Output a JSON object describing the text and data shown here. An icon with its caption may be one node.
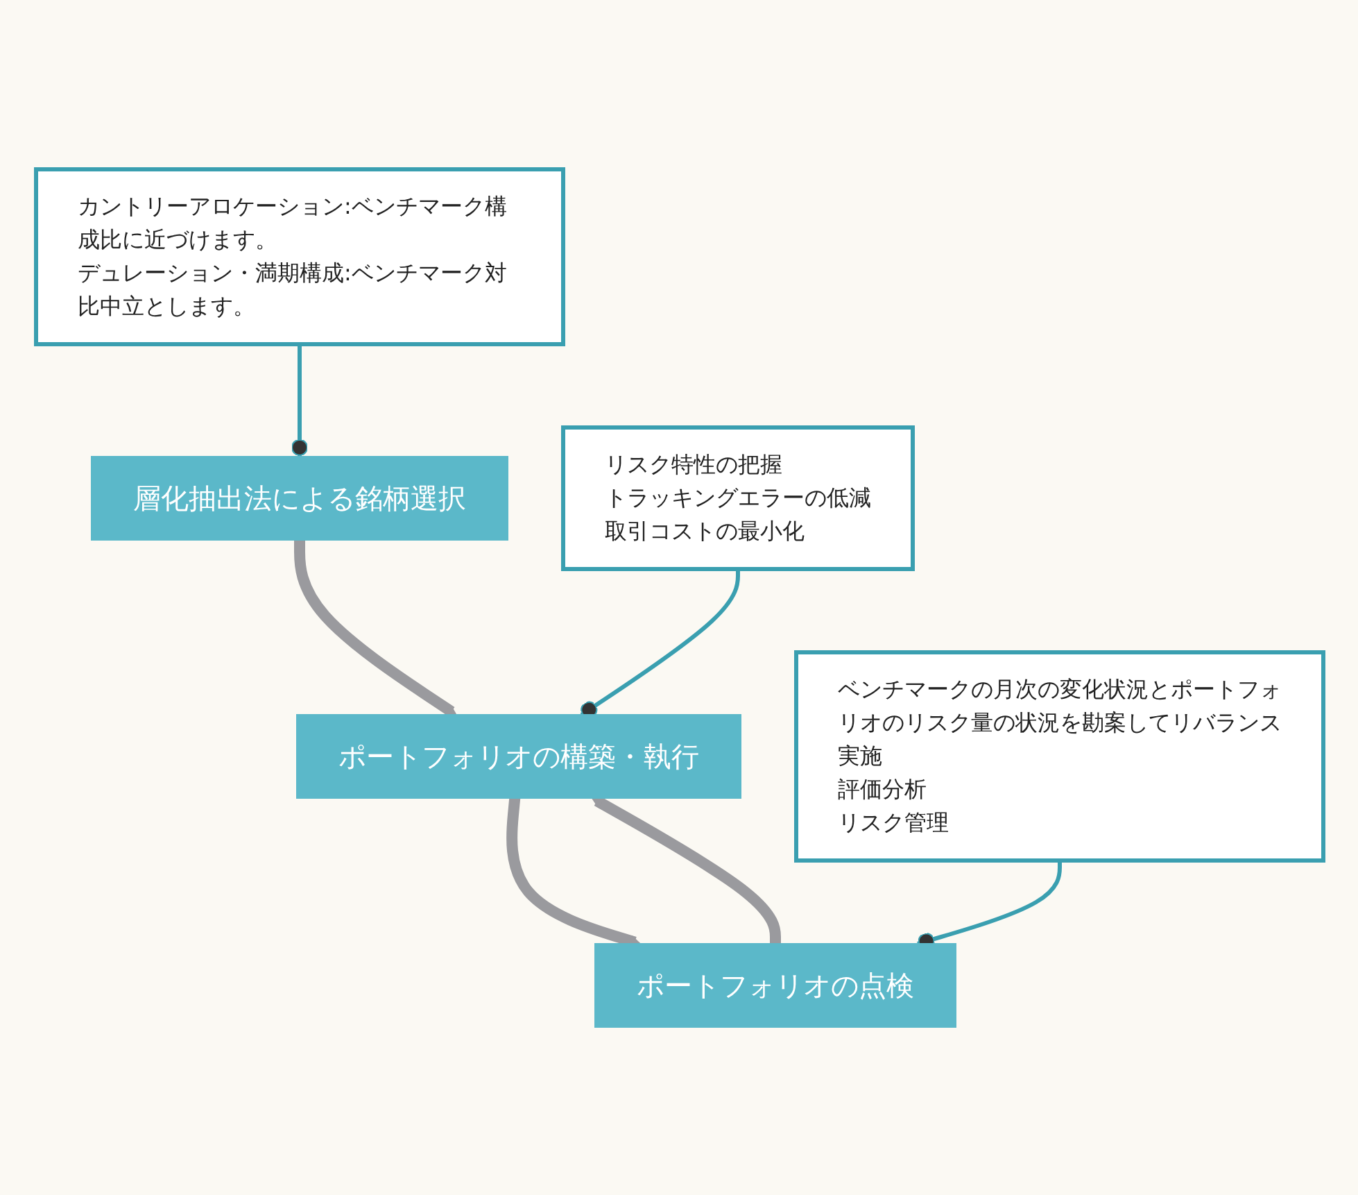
{
  "diagram": {
    "nodes": [
      {
        "text": [
          "層化抽出法による銘柄選択"
        ]
      },
      {
        "text": [
          "カントリーアロケーション:ベンチマーク構成比に近づけます。",
          "デュレーション・満期構成:ベンチマーク対比中立とします。"
        ]
      },
      {
        "text": [
          "ポートフォリオの構築・執行"
        ]
      },
      {
        "text": [
          "リスク特性の把握",
          "トラッキングエラーの低減",
          "取引コストの最小化"
        ]
      },
      {
        "text": [
          "ポートフォリオの点検"
        ]
      },
      {
        "text": [
          "ベンチマークの月次の変化状況とポートフォリオのリスク量の状況を勘案してリバランス実施",
          "評価分析",
          "リスク管理"
        ]
      }
    ],
    "edges": [
      {
        "from": 0,
        "to": 2,
        "arrow": "to",
        "style": "thick",
        "color": "#9a9a9e"
      },
      {
        "from": 2,
        "to": 4,
        "arrow": "to",
        "style": "thick",
        "color": "#9a9a9e"
      },
      {
        "from": 4,
        "to": 2,
        "arrow": "to",
        "style": "thick",
        "color": "#9a9a9e"
      },
      {
        "from": 1,
        "to": 0,
        "arrow": "other",
        "color": "#3a9fb0"
      },
      {
        "from": 3,
        "to": 2,
        "arrow": "other",
        "color": "#3a9fb0"
      },
      {
        "from": 5,
        "to": 4,
        "arrow": "other",
        "color": "#3a9fb0"
      }
    ]
  }
}
